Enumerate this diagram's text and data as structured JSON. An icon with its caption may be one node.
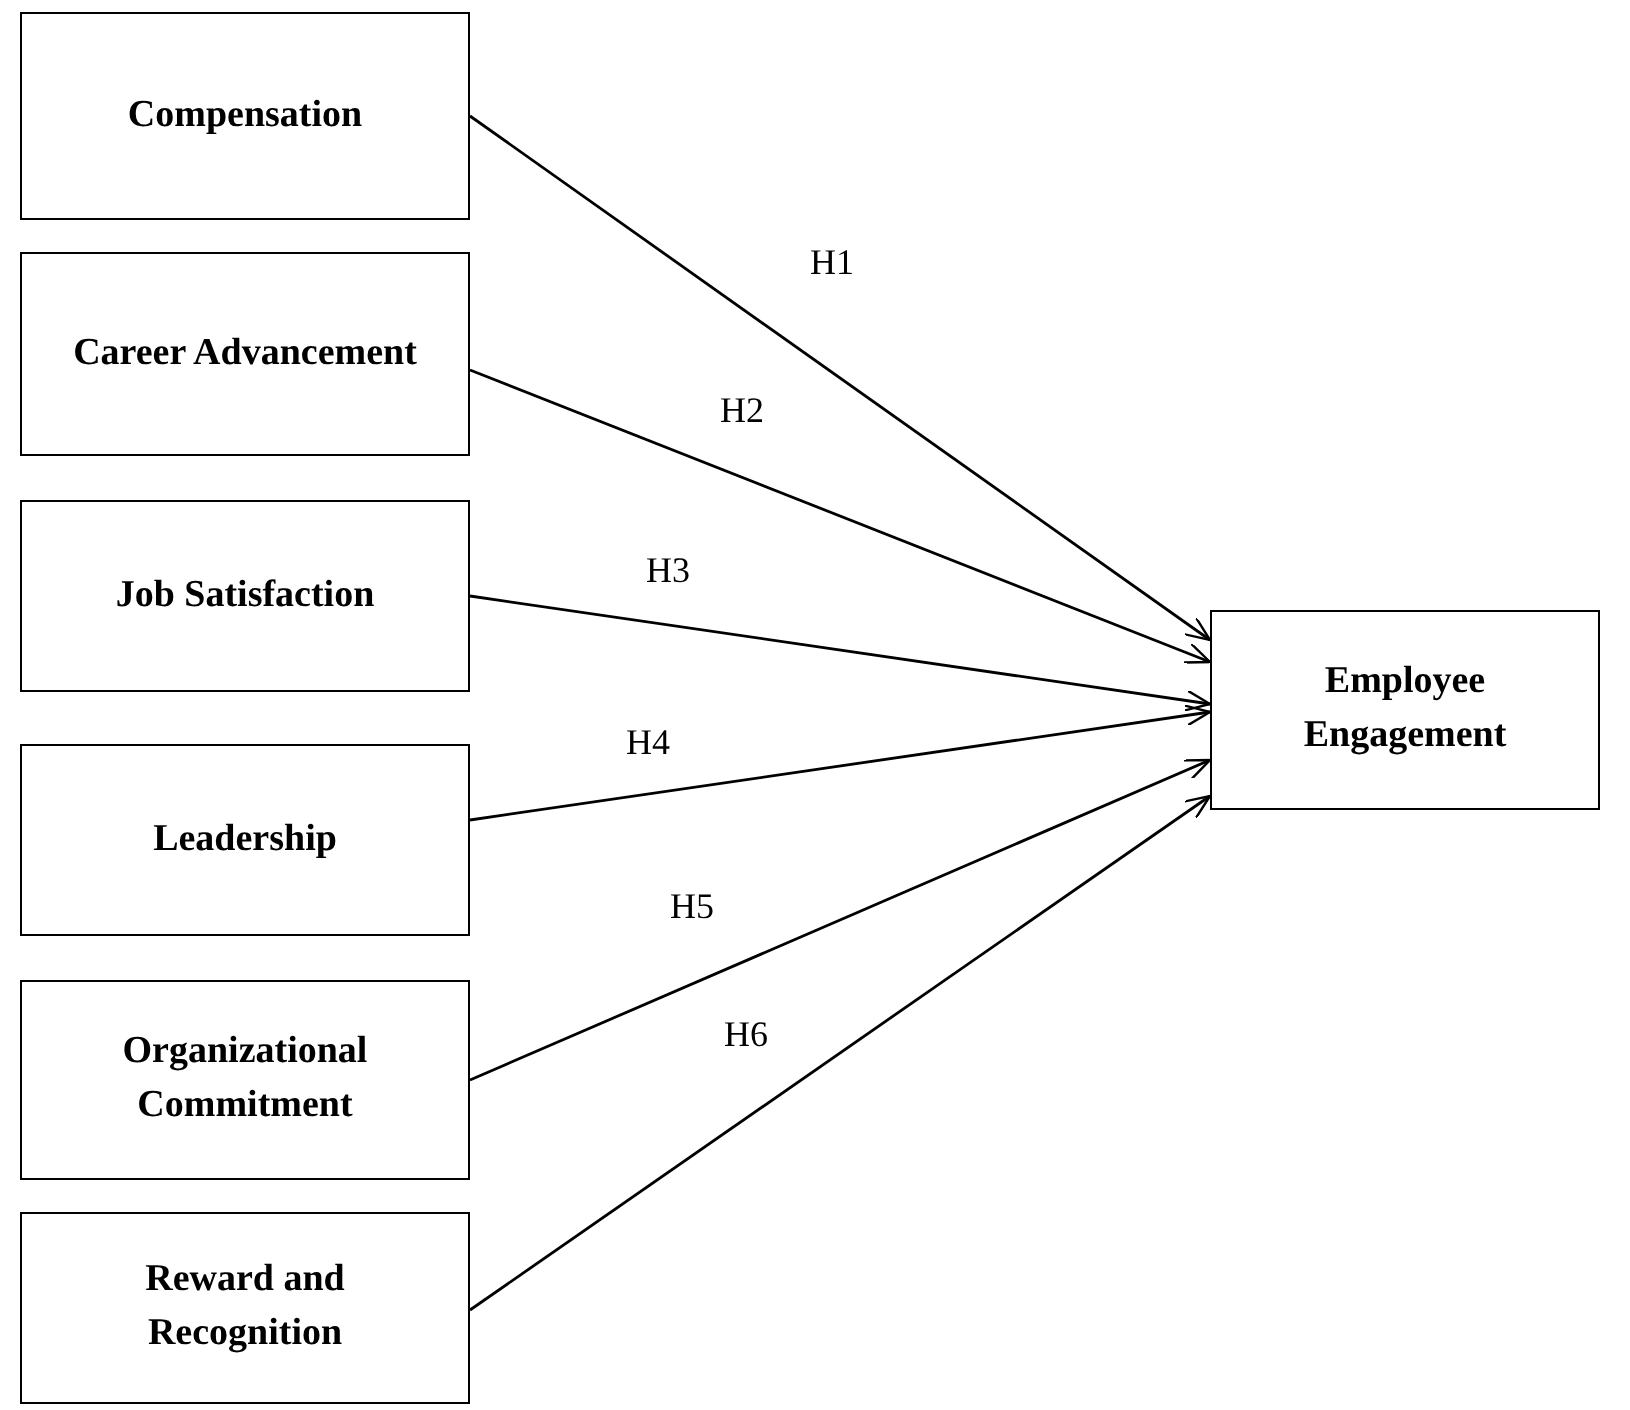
{
  "diagram": {
    "nodes": [
      {
        "text": [
          "Compensation"
        ]
      },
      {
        "text": [
          "Career Advancement"
        ]
      },
      {
        "text": [
          "Job Satisfaction"
        ]
      },
      {
        "text": [
          "Leadership"
        ]
      },
      {
        "text": [
          "Organizational Commitment"
        ]
      },
      {
        "text": [
          "Reward and Recognition"
        ]
      },
      {
        "text": [
          "Employee Engagement"
        ]
      }
    ],
    "edges": [
      {
        "from": 0,
        "to": 6,
        "arrow": "to",
        "label": "H1"
      },
      {
        "from": 1,
        "to": 6,
        "arrow": "to",
        "label": "H2"
      },
      {
        "from": 2,
        "to": 6,
        "arrow": "to",
        "label": "H3"
      },
      {
        "from": 3,
        "to": 6,
        "arrow": "to",
        "label": "H4"
      },
      {
        "from": 4,
        "to": 6,
        "arrow": "to",
        "label": "H5"
      },
      {
        "from": 5,
        "to": 6,
        "arrow": "to",
        "label": "H6"
      }
    ]
  }
}
